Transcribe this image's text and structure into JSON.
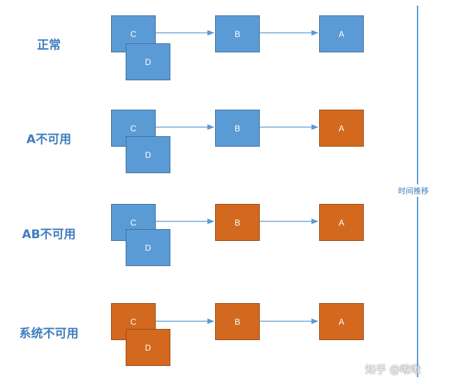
{
  "colors": {
    "normal": "#5b9bd5",
    "failed": "#d2691e",
    "label": "#3f7cbf"
  },
  "rows": [
    {
      "label": "正常",
      "c": "C",
      "d": "D",
      "b": "B",
      "a": "A",
      "c_state": "normal",
      "b_state": "normal",
      "a_state": "normal"
    },
    {
      "label": "A不可用",
      "c": "C",
      "d": "D",
      "b": "B",
      "a": "A",
      "c_state": "normal",
      "b_state": "normal",
      "a_state": "failed"
    },
    {
      "label": "AB不可用",
      "c": "C",
      "d": "D",
      "b": "B",
      "a": "A",
      "c_state": "normal",
      "b_state": "failed",
      "a_state": "failed"
    },
    {
      "label": "系统不可用",
      "c": "C",
      "d": "D",
      "b": "B",
      "a": "A",
      "c_state": "failed",
      "b_state": "failed",
      "a_state": "failed"
    }
  ],
  "axis": {
    "label": "时间推移"
  },
  "watermark": "知乎 @啾啾"
}
